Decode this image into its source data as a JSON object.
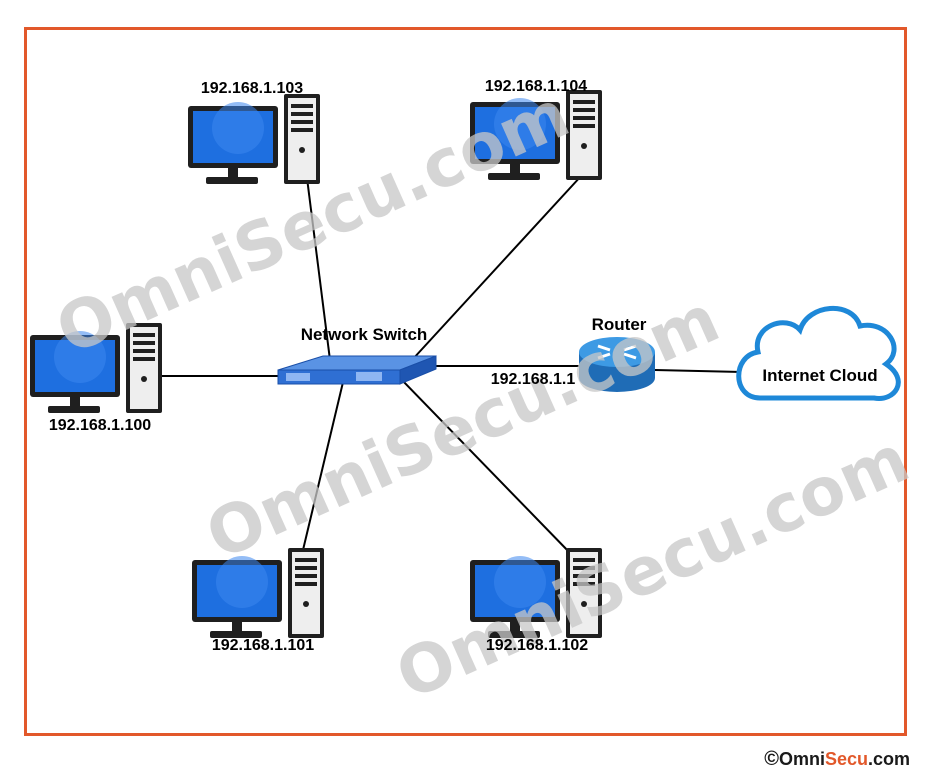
{
  "nodes": {
    "pc_top_left": "192.168.1.103",
    "pc_top_right": "192.168.1.104",
    "pc_left": "192.168.1.100",
    "pc_bottom_left": "192.168.1.101",
    "pc_bottom_right": "192.168.1.102",
    "switch": "Network Switch",
    "router": "Router",
    "router_ip": "192.168.1.1",
    "cloud": "Internet Cloud"
  },
  "watermark": {
    "text": "OmniSecu.com",
    "omni_color": "#c8c8c8",
    "secu_color": "#f6c9b7"
  },
  "credit": {
    "symbol": "©",
    "brand_a": "Omni",
    "brand_b": "Secu",
    "brand_c": ".com"
  },
  "colors": {
    "border": "#e2582a",
    "monitor": "#1e6fe0",
    "switch": "#2f6fd3",
    "router": "#2c7fc9",
    "cloud_stroke": "#1e88d8"
  }
}
